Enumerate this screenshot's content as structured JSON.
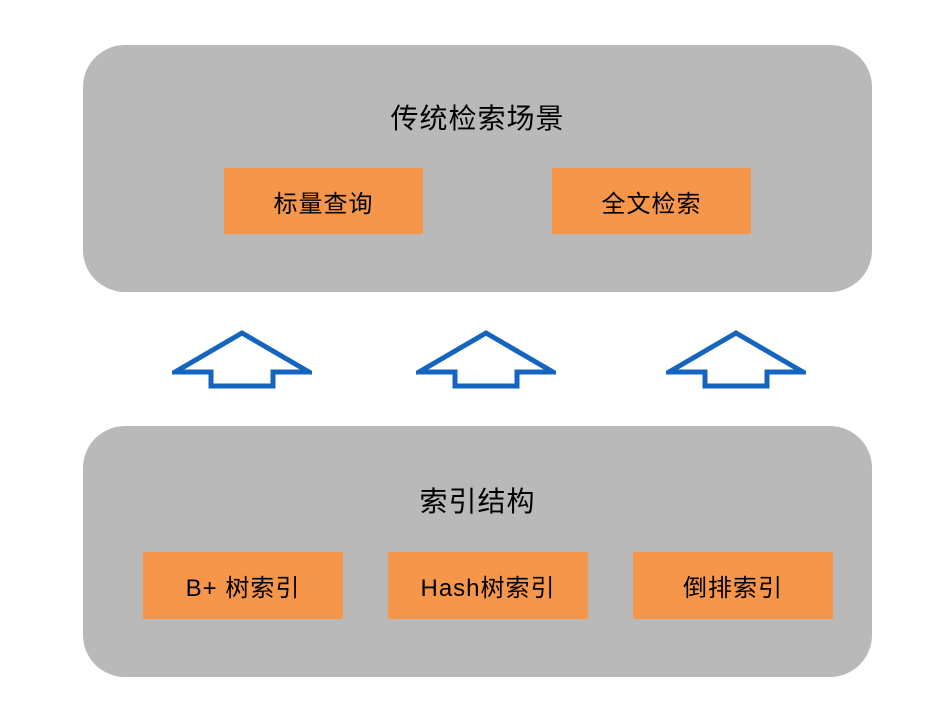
{
  "diagram": {
    "top_panel": {
      "title": "传统检索场景",
      "boxes": [
        {
          "label": "标量查询"
        },
        {
          "label": "全文检索"
        }
      ]
    },
    "bottom_panel": {
      "title": "索引结构",
      "boxes": [
        {
          "label": "B+ 树索引"
        },
        {
          "label": "Hash树索引"
        },
        {
          "label": "倒排索引"
        }
      ]
    },
    "arrows": {
      "count": 3,
      "direction": "up",
      "meaning": "索引结构 支撑 传统检索场景"
    },
    "colors": {
      "panel_gray": "#b9b9b9",
      "box_orange": "#f5964a",
      "arrow_blue": "#1565c0",
      "text": "#000000",
      "background": "#ffffff"
    }
  }
}
